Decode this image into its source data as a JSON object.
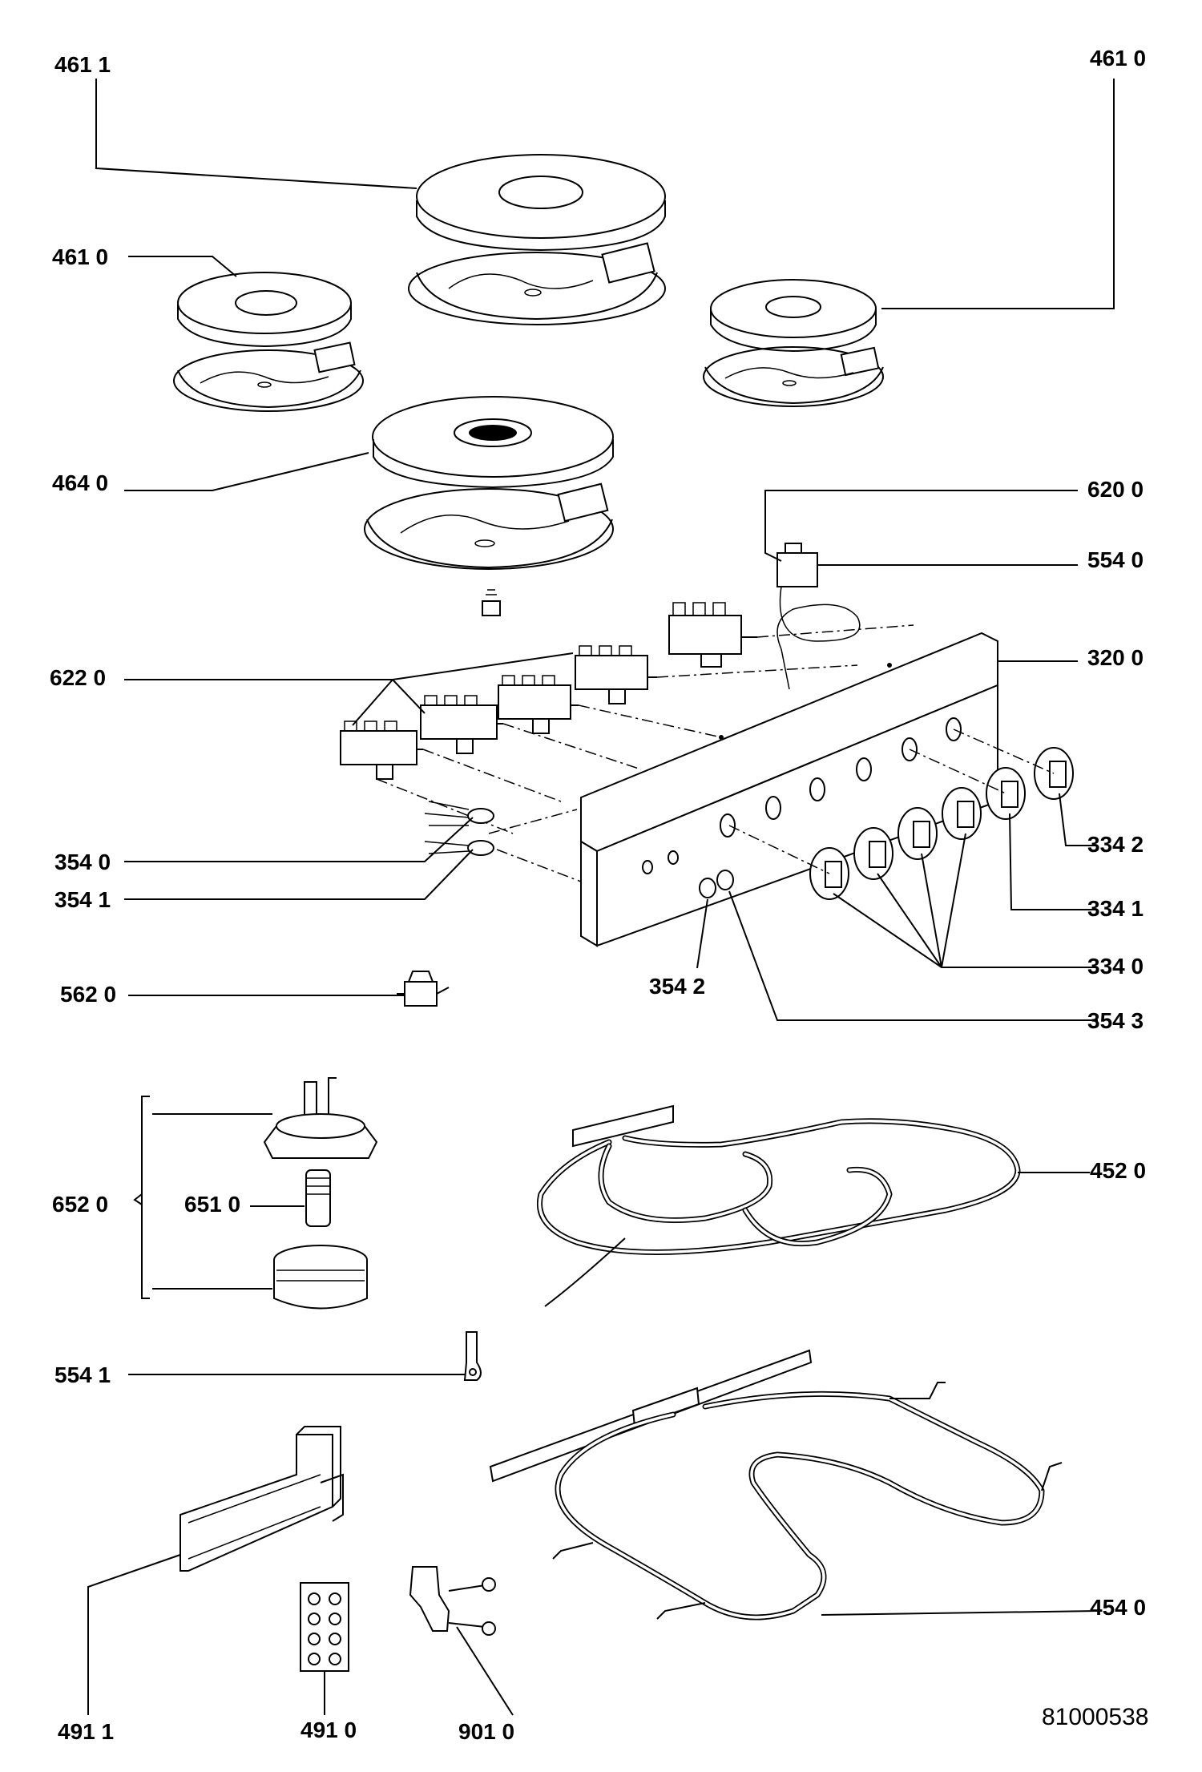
{
  "labels": {
    "l4611": "461 1",
    "l4610_top": "461 0",
    "l4610_left": "461  0",
    "l4640": "464  0",
    "l6200": "620  0",
    "l5540": "554  0",
    "l3200": "320  0",
    "l6220": "622  0",
    "l3540": "354  0",
    "l3541": "354  1",
    "l3342": "334  2",
    "l3341": "334  1",
    "l3340": "334  0",
    "l3542": "354  2",
    "l3543": "354  3",
    "l5620": "562  0",
    "l6520": "652  0",
    "l6510": "651  0",
    "l4520": "452  0",
    "l5541": "554  1",
    "l4540": "454  0",
    "l4911": "491 1",
    "l4910": "491  0",
    "l9010": "901  0"
  },
  "document_number": "81000538"
}
